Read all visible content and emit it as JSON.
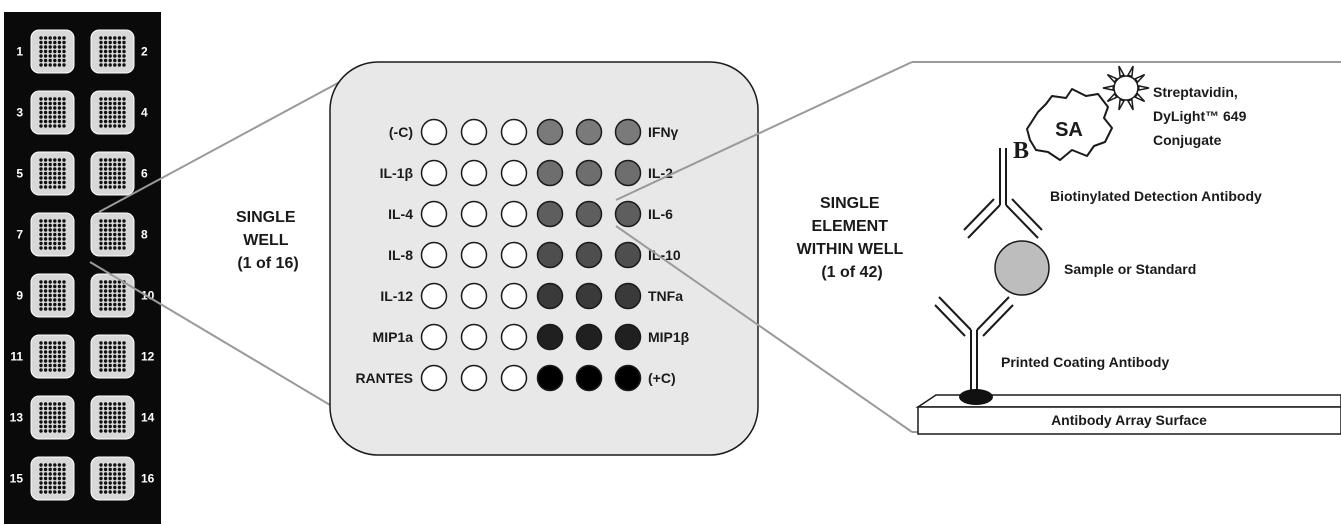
{
  "strip": {
    "wells": [
      1,
      2,
      3,
      4,
      5,
      6,
      7,
      8,
      9,
      10,
      11,
      12,
      13,
      14,
      15,
      16
    ]
  },
  "single_well_label": [
    "SINGLE",
    "WELL",
    "(1 of 16)"
  ],
  "well": {
    "left_labels": [
      "(-C)",
      "IL-1β",
      "IL-4",
      "IL-8",
      "IL-12",
      "MIP1a",
      "RANTES"
    ],
    "right_labels": [
      "IFNγ",
      "IL-2",
      "IL-6",
      "IL-10",
      "TNFa",
      "MIP1β",
      "(+C)"
    ],
    "spot_shades": [
      "#7a7a7a",
      "#6e6e6e",
      "#5e5e5e",
      "#4e4e4e",
      "#3a3a3a",
      "#202020",
      "#000000"
    ]
  },
  "single_element_label": [
    "SINGLE",
    "ELEMENT",
    "WITHIN WELL",
    "(1 of 42)"
  ],
  "assay": {
    "fluor_label": [
      "Streptavidin,",
      "DyLight™ 649",
      "Conjugate"
    ],
    "sa_text": "SA",
    "biotin_text": "B",
    "detection_label": "Biotinylated Detection Antibody",
    "sample_label": "Sample or Standard",
    "capture_label": "Printed Coating Antibody",
    "surface_label": "Antibody Array Surface"
  }
}
